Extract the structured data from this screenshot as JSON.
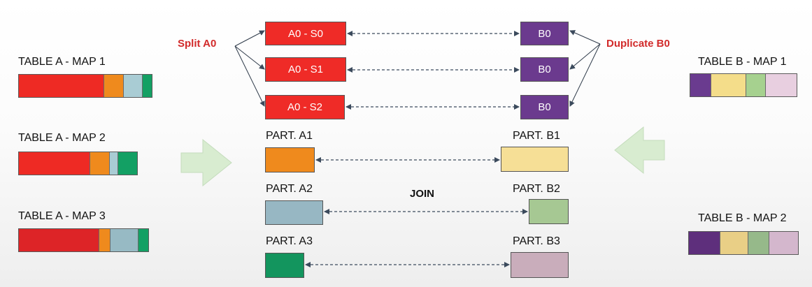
{
  "table_a": [
    {
      "label": "TABLE A - MAP 1",
      "segments": [
        "#ee2a24",
        "#ef8a1d",
        "#a9ccd4",
        "#13a064"
      ],
      "weights": [
        122,
        28,
        27,
        13
      ]
    },
    {
      "label": "TABLE A - MAP 2",
      "segments": [
        "#ee2a24",
        "#ef8a1d",
        "#a9ccd4",
        "#13a064"
      ],
      "weights": [
        102,
        28,
        12,
        27
      ]
    },
    {
      "label": "TABLE A - MAP 3",
      "segments": [
        "#dd2427",
        "#ef8a1d",
        "#97bac4",
        "#13a064"
      ],
      "weights": [
        115,
        16,
        40,
        14
      ]
    }
  ],
  "table_b": [
    {
      "label": "TABLE B - MAP 1",
      "segments": [
        "#6a3b8f",
        "#f4dd8a",
        "#a6d18f",
        "#e8cfe0"
      ],
      "weights": [
        30,
        50,
        28,
        44
      ]
    },
    {
      "label": "TABLE B - MAP 2",
      "segments": [
        "#5e2f7c",
        "#e9cf86",
        "#96b98a",
        "#d4b7cd"
      ],
      "weights": [
        46,
        40,
        30,
        42
      ]
    }
  ],
  "split_label": "Split A0",
  "duplicate_label": "Duplicate B0",
  "split_boxes": [
    "A0 - S0",
    "A0 - S1",
    "A0 - S2"
  ],
  "dup_boxes": [
    "B0",
    "B0",
    "B0"
  ],
  "parts_a": [
    {
      "label": "PART. A1",
      "color": "#ef8a1d"
    },
    {
      "label": "PART. A2",
      "color": "#97b7c3"
    },
    {
      "label": "PART. A3",
      "color": "#13955e"
    }
  ],
  "parts_b": [
    {
      "label": "PART. B1",
      "color": "#f6df96"
    },
    {
      "label": "PART. B2",
      "color": "#a6c893"
    },
    {
      "label": "PART. B3",
      "color": "#c9adbb"
    }
  ],
  "join_label": "JOIN",
  "colors": {
    "split_red": "#ef2b27",
    "dup_purple": "#6b3a8e",
    "title_red": "#d22b2b",
    "arrow_green": "#d8ecd0",
    "dash": "#3b4a5c"
  }
}
